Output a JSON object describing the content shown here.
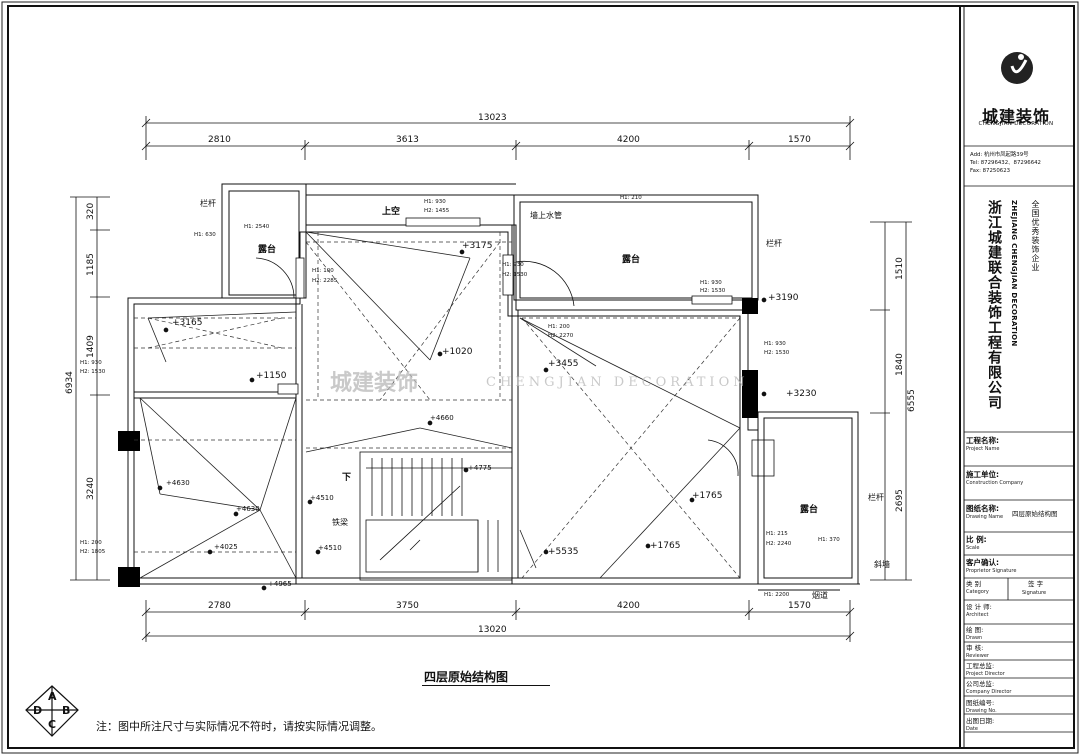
{
  "dimensions": {
    "top_total": "13023",
    "top_segments": [
      "2810",
      "3613",
      "4200",
      "1570"
    ],
    "bottom_total": "13020",
    "bottom_segments": [
      "2780",
      "3750",
      "4200",
      "1570"
    ],
    "left_total": "6934",
    "left_segments": [
      "320",
      "1185",
      "1409",
      "3240"
    ],
    "right_total": "6555",
    "right_segments": [
      "1510",
      "1840",
      "2695"
    ]
  },
  "rooms": {
    "terrace_1": "露台",
    "terrace_2": "露台",
    "terrace_3": "露台",
    "open_above": "上空",
    "down": "下",
    "water_pipe": "墙上水管",
    "railing_1": "栏杆",
    "railing_2": "栏杆",
    "railing_3": "栏杆",
    "steel_beam": "铁梁",
    "slope": "斜墙",
    "pipe_box": "烟道"
  },
  "elevations": {
    "e1": "+3165",
    "e2": "+3175",
    "e3": "+1020",
    "e4": "+1150",
    "e5": "+3455",
    "e6": "+3190",
    "e7": "+3230",
    "e8": "+4660",
    "e9": "+4775",
    "e10": "+4630",
    "e11": "+4630",
    "e12": "+4510",
    "e13": "+4510",
    "e14": "+4025",
    "e15": "+4965",
    "e16": "+1765",
    "e17": "+1765",
    "e18": "+5535"
  },
  "small_labels": {
    "h1a": "H1: 630",
    "h1b": "H1: 2540",
    "h2a": "H1: 930",
    "h2b": "H2: 1455",
    "h3a": "H1: 100",
    "h3b": "H2: 2285",
    "h4a": "H1: 930",
    "h4b": "H2: 1530",
    "h5a": "H1: 210",
    "h6a": "H1: 930",
    "h6b": "H2: 1530",
    "h7a": "H1: 200",
    "h7b": "H2: 2270",
    "h8a": "H1: 930",
    "h8b": "H2: 1530",
    "h9a": "H1: 930",
    "h9b": "H2: 1530",
    "h10a": "H1: 200",
    "h10b": "H2: 1805",
    "h11a": "H1: 215",
    "h11b": "H2: 2240",
    "h12a": "H1: 370",
    "h13a": "H1: 2200"
  },
  "watermark": {
    "cn": "城建装饰",
    "en": "CHENGJIAN DECORATION"
  },
  "drawing_title": "四层原始结构图",
  "note": "注：图中所注尺寸与实际情况不符时，请按实际情况调整。",
  "compass": {
    "n": "A",
    "e": "B",
    "s": "C",
    "w": "D"
  },
  "title_block": {
    "brand_cn": "城建装饰",
    "brand_en": "CHENGJIAN DECORATION",
    "add": "Add: 杭州市凤起路39号",
    "tel": "Tel: 87296432、87296642",
    "fax": "Fax: 87250623",
    "company_cn": "浙江城建联合装饰工程有限公司",
    "company_en": "ZHEJIANG CHENGJIAN DECORATION",
    "slogan": "全国优秀装饰企业",
    "fields": [
      {
        "cn": "工程名称:",
        "en": "Project Name"
      },
      {
        "cn": "施工单位:",
        "en": "Construction Company"
      },
      {
        "cn": "图纸名称:",
        "en": "Drawing Name",
        "value": "四层原始结构图"
      },
      {
        "cn": "比  例:",
        "en": "Scale"
      },
      {
        "cn": "客户确认:",
        "en": "Proprietor Signature"
      },
      {
        "cn": "类  别",
        "en": "Category",
        "cn2": "签  字",
        "en2": "Signature"
      },
      {
        "cn": "设 计 师:",
        "en": "Architect"
      },
      {
        "cn": "绘  图:",
        "en": "Drawn"
      },
      {
        "cn": "审  核:",
        "en": "Reviewer"
      },
      {
        "cn": "工程总监:",
        "en": "Project Director"
      },
      {
        "cn": "公司总监:",
        "en": "Company Director"
      },
      {
        "cn": "图纸编号:",
        "en": "Drawing No."
      },
      {
        "cn": "出图日期:",
        "en": "Date"
      }
    ]
  }
}
